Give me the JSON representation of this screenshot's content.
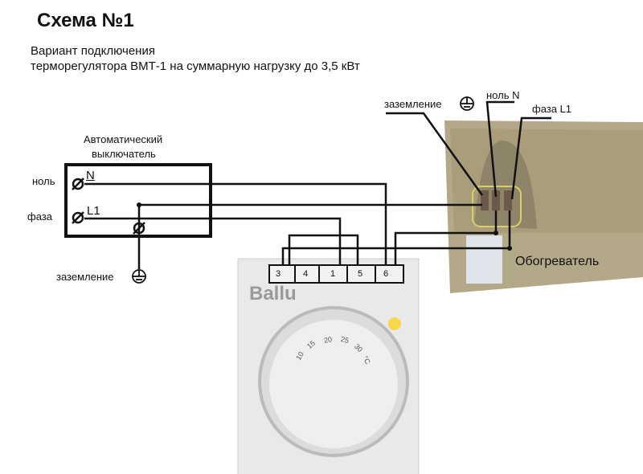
{
  "title": "Схема №1",
  "subtitle_line1": "Вариант подключения",
  "subtitle_line2": "терморегулятора ВМТ-1 на суммарную нагрузку до 3,5 кВт",
  "breaker": {
    "title_line1": "Автоматический",
    "title_line2": "выключатель",
    "neutral_label": "ноль",
    "neutral_mark": "N",
    "phase_label": "фаза",
    "phase_mark": "L1",
    "ground_label": "заземление"
  },
  "heater": {
    "label": "Обогреватель",
    "ground_label": "заземление",
    "neutral_label": "ноль N",
    "phase_label": "фаза L1"
  },
  "thermostat": {
    "brand": "Ballu",
    "terminals": [
      "3",
      "4",
      "1",
      "5",
      "6"
    ],
    "dial_scale": [
      "10",
      "15",
      "20",
      "25",
      "30",
      "°C"
    ],
    "colors": {
      "led": "#f7d84a",
      "body": "#e9e9e9"
    }
  }
}
